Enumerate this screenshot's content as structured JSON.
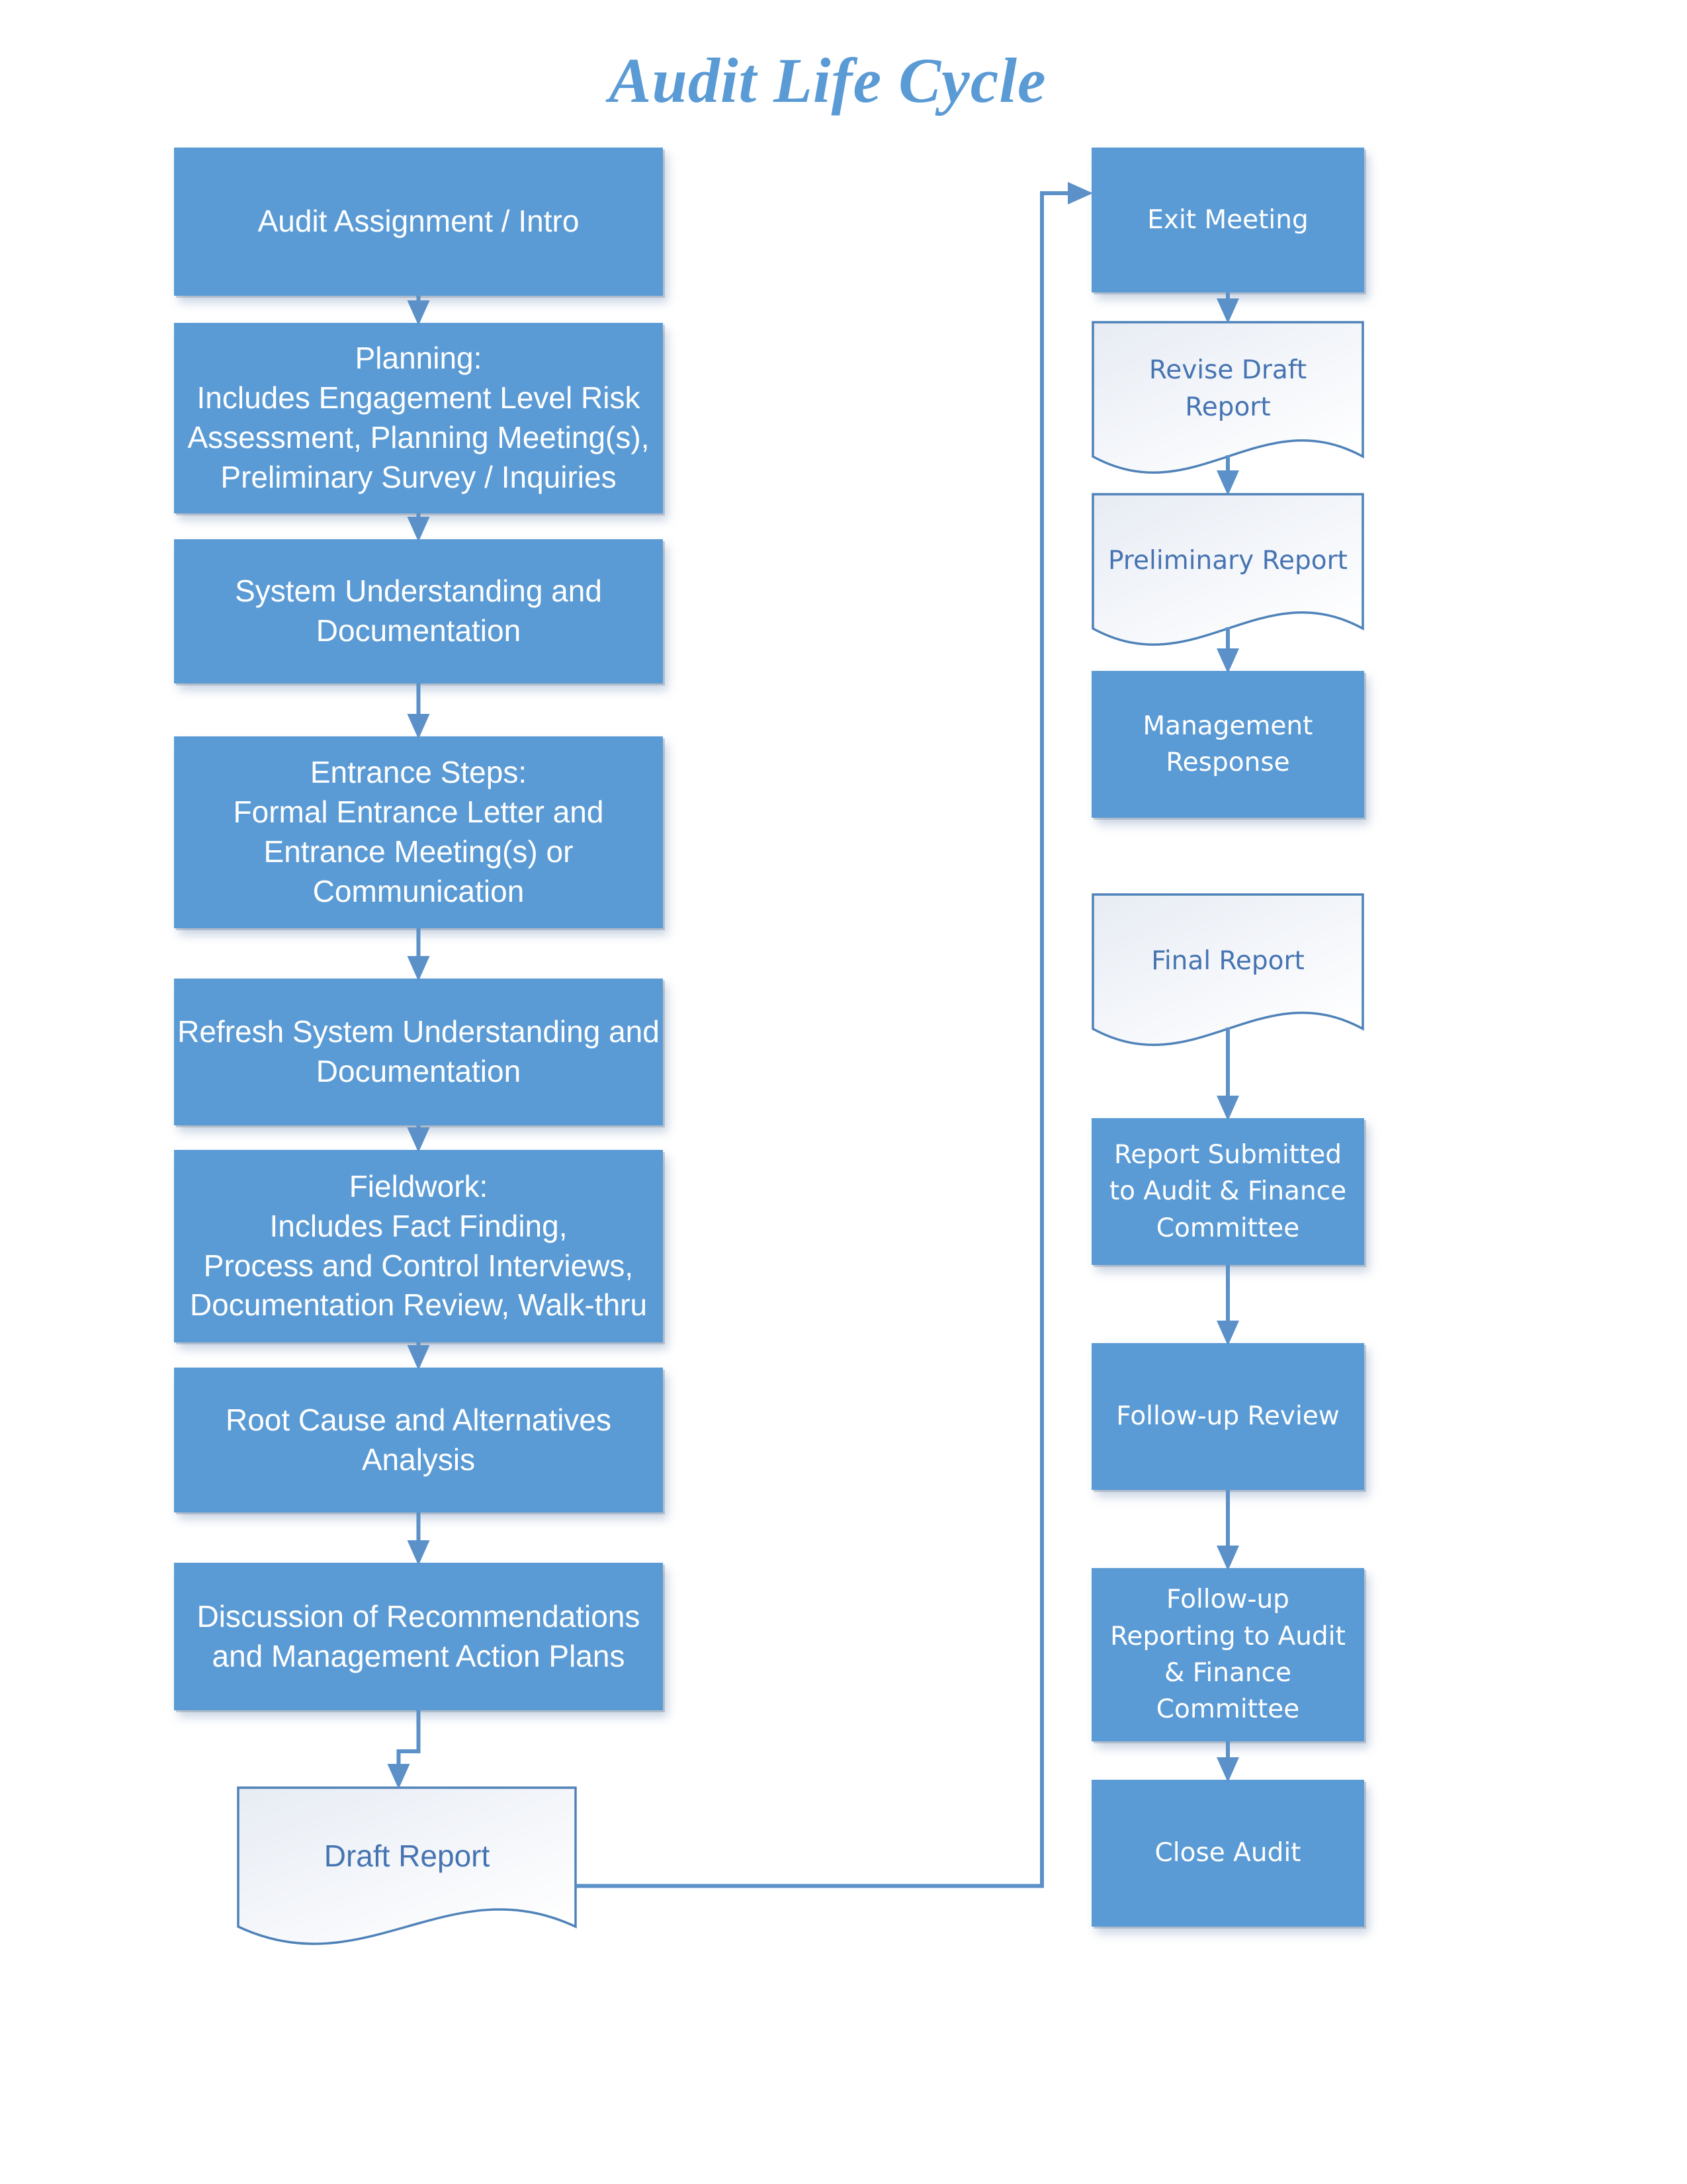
{
  "title": "Audit Life Cycle",
  "colors": {
    "title_text": "#5b9bd5",
    "process_fill": "#5b9bd5",
    "process_text": "#ffffff",
    "document_border": "#4f82b8",
    "document_text": "#4674b2",
    "document_fill_start": "#e7ecf4",
    "document_fill_end": "#ffffff",
    "connector": "#5b91c8",
    "background": "#ffffff"
  },
  "nodes": [
    {
      "id": "audit-assignment",
      "shape": "process",
      "label": "Audit Assignment / Intro"
    },
    {
      "id": "planning",
      "shape": "process",
      "label": "Planning:\nIncludes Engagement Level Risk\nAssessment, Planning Meeting(s),\nPreliminary Survey / Inquiries"
    },
    {
      "id": "system-understanding",
      "shape": "process",
      "label": "System Understanding and\nDocumentation"
    },
    {
      "id": "entrance-steps",
      "shape": "process",
      "label": "Entrance Steps:\nFormal Entrance Letter and\nEntrance Meeting(s) or\nCommunication"
    },
    {
      "id": "refresh-system-understanding",
      "shape": "process",
      "label": "Refresh System Understanding and\nDocumentation"
    },
    {
      "id": "fieldwork",
      "shape": "process",
      "label": "Fieldwork:\nIncludes Fact Finding,\nProcess and Control Interviews,\nDocumentation Review, Walk-thru"
    },
    {
      "id": "root-cause",
      "shape": "process",
      "label": "Root Cause and Alternatives\nAnalysis"
    },
    {
      "id": "discussion",
      "shape": "process",
      "label": "Discussion of Recommendations\nand Management Action Plans"
    },
    {
      "id": "draft-report",
      "shape": "document",
      "label": "Draft Report"
    },
    {
      "id": "exit-meeting",
      "shape": "process",
      "label": "Exit Meeting"
    },
    {
      "id": "revise-draft-report",
      "shape": "document",
      "label": "Revise Draft\nReport"
    },
    {
      "id": "preliminary-report",
      "shape": "document",
      "label": "Preliminary Report"
    },
    {
      "id": "management-response",
      "shape": "process",
      "label": "Management\nResponse"
    },
    {
      "id": "final-report",
      "shape": "document",
      "label": "Final Report"
    },
    {
      "id": "report-submitted",
      "shape": "process",
      "label": "Report Submitted\nto Audit & Finance\nCommittee"
    },
    {
      "id": "follow-up-review",
      "shape": "process",
      "label": "Follow-up Review"
    },
    {
      "id": "follow-up-reporting",
      "shape": "process",
      "label": "Follow-up\nReporting to Audit\n& Finance\nCommittee"
    },
    {
      "id": "close-audit",
      "shape": "process",
      "label": "Close Audit"
    }
  ],
  "connectors": [
    {
      "from": "audit-assignment",
      "to": "planning",
      "style": "arrow"
    },
    {
      "from": "planning",
      "to": "system-understanding",
      "style": "arrow"
    },
    {
      "from": "system-understanding",
      "to": "entrance-steps",
      "style": "arrow"
    },
    {
      "from": "entrance-steps",
      "to": "refresh-system-understanding",
      "style": "arrow"
    },
    {
      "from": "refresh-system-understanding",
      "to": "fieldwork",
      "style": "arrow"
    },
    {
      "from": "fieldwork",
      "to": "root-cause",
      "style": "arrow"
    },
    {
      "from": "root-cause",
      "to": "discussion",
      "style": "arrow"
    },
    {
      "from": "discussion",
      "to": "draft-report",
      "style": "jog-arrow"
    },
    {
      "from": "draft-report",
      "to": "exit-meeting",
      "style": "elbow-arrow"
    },
    {
      "from": "exit-meeting",
      "to": "revise-draft-report",
      "style": "arrow"
    },
    {
      "from": "revise-draft-report",
      "to": "preliminary-report",
      "style": "arrow"
    },
    {
      "from": "preliminary-report",
      "to": "management-response",
      "style": "arrow"
    },
    {
      "from": "final-report",
      "to": "report-submitted",
      "style": "arrow"
    },
    {
      "from": "report-submitted",
      "to": "follow-up-review",
      "style": "arrow"
    },
    {
      "from": "follow-up-review",
      "to": "follow-up-reporting",
      "style": "arrow"
    },
    {
      "from": "follow-up-reporting",
      "to": "close-audit",
      "style": "arrow"
    }
  ]
}
